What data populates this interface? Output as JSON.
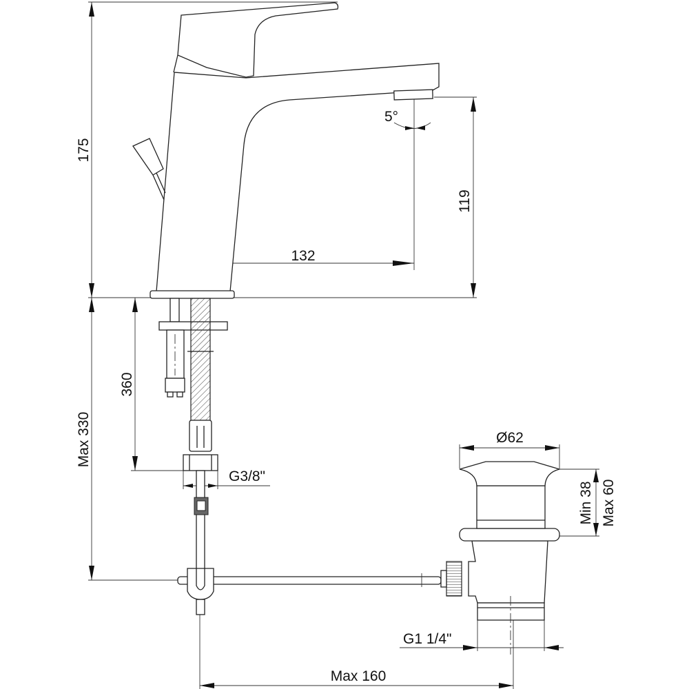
{
  "drawing": {
    "dimensions": {
      "total_height": "175",
      "spout_height": "119",
      "spout_reach": "132",
      "spout_angle": "5°",
      "hose_length": "360",
      "max_rod_depth": "Max 330",
      "hose_thread": "G3/8\"",
      "waste_diameter": "Ø62",
      "waste_min": "Min 38",
      "waste_max": "Max 60",
      "waste_thread": "G1 1/4\"",
      "max_rod_reach": "Max 160"
    }
  }
}
